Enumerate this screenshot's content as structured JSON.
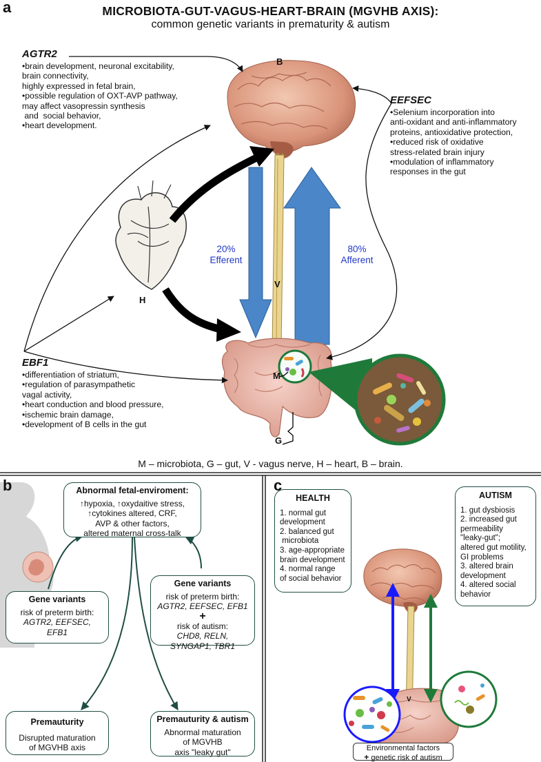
{
  "panel_a": {
    "letter": "a",
    "title": "MICROBIOTA-GUT-VAGUS-HEART-BRAIN (MGVHB AXIS):",
    "subtitle": "common genetic variants in prematurity & autism",
    "agtr2": {
      "name": "AGTR2",
      "lines": [
        "•brain development, neuronal excitability,",
        "brain connectivity,",
        "highly expressed in fetal brain,",
        "•possible regulation of OXT-AVP pathway,",
        "may affect vasopressin synthesis",
        " and  social behavior,",
        "•heart development."
      ]
    },
    "eefsec": {
      "name": "EEFSEC",
      "lines": [
        "•Selenium incorporation into",
        "anti-oxidant and anti-inflammatory",
        "proteins, antioxidative protection,",
        "•reduced risk of oxidative",
        "stress-related brain injury",
        "•modulation of inflammatory",
        "responses in the gut"
      ]
    },
    "ebf1": {
      "name": "EBF1",
      "lines": [
        "•differentiation of striatum,",
        "•regulation of parasympathetic",
        "vagal activity,",
        "•heart conduction and blood pressure,",
        "•ischemic brain damage,",
        "•development of B cells in the gut"
      ]
    },
    "labels": {
      "b": "B",
      "h": "H",
      "v": "V",
      "m": "M",
      "g": "G"
    },
    "efferent": {
      "pct": "20%",
      "word": "Efferent"
    },
    "afferent": {
      "pct": "80%",
      "word": "Afferent"
    },
    "legend": "M – microbiota, G – gut, V - vagus nerve, H – heart, B – brain.",
    "colors": {
      "arrow_blue": "#4a86c8",
      "vagus": "#e9d48a",
      "gut_green": "#1f7a3a",
      "text_blue": "#2238c8"
    }
  },
  "panel_b": {
    "letter": "b",
    "fetal": {
      "title": "Abnormal fetal-enviroment:",
      "lines": [
        "↑hypoxia, ↑oxydaitive stress,",
        "↑cytokines altered, CRF,",
        "AVP & other factors,",
        "altered maternal cross-talk"
      ]
    },
    "gene_left": {
      "title": "Gene variants",
      "line1": "risk of preterm birth:",
      "genes": "AGTR2, EEFSEC,",
      "genes2": "EFB1"
    },
    "gene_right": {
      "title": "Gene variants",
      "line1": "risk of preterm birth:",
      "genes1": "AGTR2, EEFSEC, EFB1",
      "plus": "+",
      "line2": "risk of autism:",
      "genes2": "CHD8, RELN,",
      "genes3": "SYNGAP1, TBR1"
    },
    "prematurity": {
      "title": "Premauturity",
      "line1": "Disrupted maturation",
      "line2": "of MGVHB axis"
    },
    "prem_autism": {
      "title": "Premauturity & autism",
      "line1": "Abnormal maturation",
      "line2": "of MGVHB",
      "line3": "axis \"leaky gut\""
    }
  },
  "panel_c": {
    "letter": "c",
    "health": {
      "title": "HEALTH",
      "lines": [
        "1. normal gut",
        "development",
        "2. balanced gut",
        " microbiota",
        "3. age-appropriate",
        "brain development",
        "4. normal range",
        "of social behavior"
      ]
    },
    "autism": {
      "title": "AUTISM",
      "lines": [
        "1. gut dysbiosis",
        "2. increased gut",
        "permeability",
        "\"leaky-gut\";",
        "altered gut motility,",
        "GI problems",
        "3. altered brain",
        "development",
        "4. altered social",
        "behavior"
      ]
    },
    "v_label": "V",
    "env": {
      "line1": "Environmental factors",
      "plus": "+",
      "line2": "genetic risk of autism"
    },
    "colors": {
      "blue_arrow": "#1a1aff",
      "green_arrow": "#1f7a3a"
    }
  }
}
